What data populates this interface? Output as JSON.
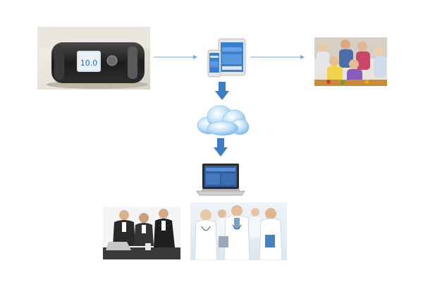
{
  "device": {
    "screen_reading": "10.0",
    "icon": "cpap-machine-icon"
  },
  "mobile": {
    "icons": [
      "smartphone-icon",
      "tablet-icon"
    ],
    "screen_color": "#3a7fd0"
  },
  "cloud": {
    "icon": "cloud-icon",
    "color": "#8fc6f0"
  },
  "laptop": {
    "icon": "laptop-icon"
  },
  "photos": {
    "family": "family-photo",
    "business": "business-team-photo",
    "doctors": "doctors-photo"
  },
  "arrows": {
    "color": "#3b7dc4"
  }
}
